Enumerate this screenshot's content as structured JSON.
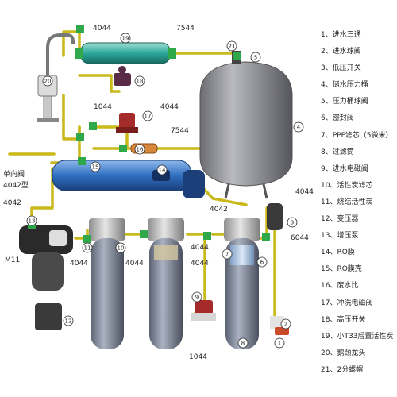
{
  "legend": [
    "1、进水三通",
    "2、进水球阀",
    "3、低压开关",
    "4、储水压力桶",
    "5、压力桶球阀",
    "6、密封阀",
    "7、PPF滤芯（5微米）",
    "8、过滤筒",
    "9、进水电磁阀",
    "10、活性炭滤芯",
    "11、烧结活性炭",
    "12、变压器",
    "13、增压泵",
    "14、RO膜",
    "15、RO膜壳",
    "16、废水比",
    "17、冲洗电磁阀",
    "18、高压开关",
    "19、小T33后置活性炭",
    "20、鹅颈龙头",
    "21、2分螺帽"
  ],
  "labels": {
    "fitting_4044_top": "4044",
    "fitting_7544_top": "7544",
    "fitting_1044_mid": "1044",
    "fitting_4044_mid": "4044",
    "fitting_7544_mid": "7544",
    "check_valve": "单向阀",
    "check_valve_model": "4042型",
    "fitting_4042_left": "4042",
    "fitting_4042_right": "4042",
    "fitting_4044_right": "4044",
    "fitting_6044_right": "6044",
    "m11": "M11",
    "fitting_4044_a": "4044",
    "fitting_4044_b": "4044",
    "fitting_4044_c": "4044",
    "fitting_4044_d": "4044",
    "fitting_1044_bottom": "1044"
  },
  "callouts": [
    "1",
    "2",
    "3",
    "4",
    "5",
    "6",
    "7",
    "8",
    "9",
    "10",
    "11",
    "12",
    "13",
    "14",
    "15",
    "16",
    "17",
    "18",
    "19",
    "20",
    "21"
  ],
  "colors": {
    "pipe": "#c9b91a",
    "fitting": "#2fa84a",
    "ro_housing": "#2f73c4",
    "post_carbon": "#2ca79a",
    "tank": "#8f9096",
    "filter_cap": "#bdbdbd",
    "valve_red": "#b0282a"
  }
}
